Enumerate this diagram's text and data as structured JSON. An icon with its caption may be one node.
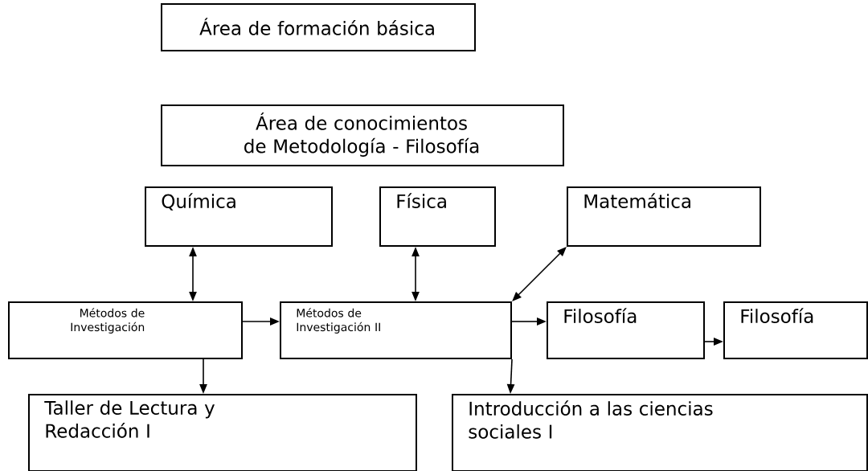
{
  "diagram": {
    "nodes": [
      {
        "text": [
          "Área de formación básica"
        ]
      },
      {
        "text": [
          "Área de conocimientos de Metodología - Filosofía"
        ]
      },
      {
        "text": [
          "Química"
        ]
      },
      {
        "text": [
          "Física"
        ]
      },
      {
        "text": [
          "Matemática"
        ]
      },
      {
        "text": [
          "Métodos de Investigación"
        ]
      },
      {
        "text": [
          "Métodos de Investigación II"
        ]
      },
      {
        "text": [
          "Filosofía"
        ]
      },
      {
        "text": [
          "Filosofía"
        ]
      },
      {
        "text": [
          "Taller de Lectura y Redacción I"
        ]
      },
      {
        "text": [
          "Introducción a las ciencias sociales I"
        ]
      }
    ],
    "edges": [
      {
        "from": 2,
        "to": 5,
        "arrow": "both"
      },
      {
        "from": 3,
        "to": 6,
        "arrow": "both"
      },
      {
        "from": 4,
        "to": 6,
        "arrow": "both"
      },
      {
        "from": 5,
        "to": 6,
        "arrow": "to"
      },
      {
        "from": 6,
        "to": 7,
        "arrow": "to"
      },
      {
        "from": 7,
        "to": 8,
        "arrow": "to"
      },
      {
        "from": 5,
        "to": 9,
        "arrow": "to"
      },
      {
        "from": 6,
        "to": 10,
        "arrow": "to"
      }
    ]
  }
}
